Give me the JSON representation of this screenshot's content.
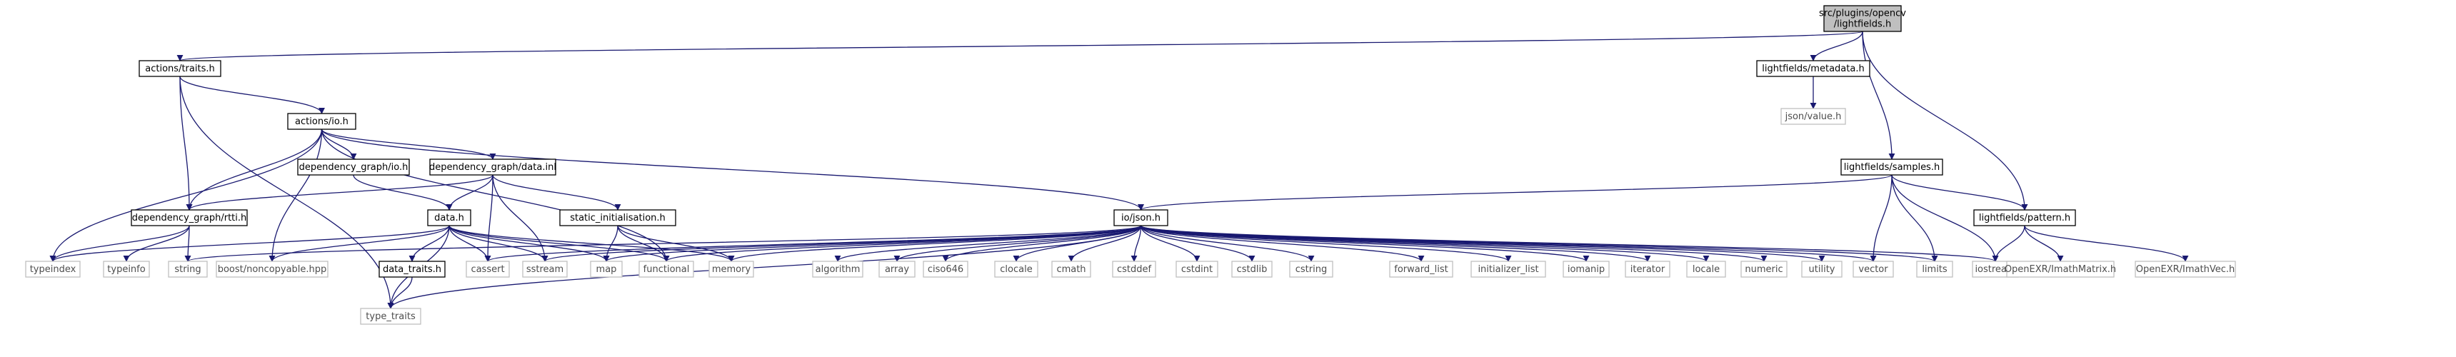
{
  "colors": {
    "edge": "#191970",
    "node_border": "#000000",
    "node_border_external": "#bfbfbf",
    "root_fill": "#bfbfbf",
    "text": "#000000",
    "text_external": "#4d4d4d"
  },
  "nodes": [
    {
      "id": "root",
      "lines": [
        "src/plugins/opencv",
        "/lightfields.h"
      ],
      "kind": "root"
    },
    {
      "id": "traits",
      "lines": [
        "actions/traits.h"
      ],
      "kind": "local"
    },
    {
      "id": "metadata",
      "lines": [
        "lightfields/metadata.h"
      ],
      "kind": "local"
    },
    {
      "id": "jsonvalue",
      "lines": [
        "json/value.h"
      ],
      "kind": "external"
    },
    {
      "id": "io",
      "lines": [
        "actions/io.h"
      ],
      "kind": "local"
    },
    {
      "id": "samples",
      "lines": [
        "lightfields/samples.h"
      ],
      "kind": "local"
    },
    {
      "id": "dg_io",
      "lines": [
        "dependency_graph/io.h"
      ],
      "kind": "local"
    },
    {
      "id": "dg_data",
      "lines": [
        "dependency_graph/data.inl"
      ],
      "kind": "local"
    },
    {
      "id": "rtti",
      "lines": [
        "dependency_graph/rtti.h"
      ],
      "kind": "local"
    },
    {
      "id": "data",
      "lines": [
        "data.h"
      ],
      "kind": "local"
    },
    {
      "id": "static_init",
      "lines": [
        "static_initialisation.h"
      ],
      "kind": "local"
    },
    {
      "id": "iojson",
      "lines": [
        "io/json.h"
      ],
      "kind": "local"
    },
    {
      "id": "pattern",
      "lines": [
        "lightfields/pattern.h"
      ],
      "kind": "local"
    },
    {
      "id": "typeindex",
      "lines": [
        "typeindex"
      ],
      "kind": "external"
    },
    {
      "id": "typeinfo",
      "lines": [
        "typeinfo"
      ],
      "kind": "external"
    },
    {
      "id": "string",
      "lines": [
        "string"
      ],
      "kind": "external"
    },
    {
      "id": "boost",
      "lines": [
        "boost/noncopyable.hpp"
      ],
      "kind": "external"
    },
    {
      "id": "data_traits",
      "lines": [
        "data_traits.h"
      ],
      "kind": "local"
    },
    {
      "id": "cassert",
      "lines": [
        "cassert"
      ],
      "kind": "external"
    },
    {
      "id": "sstream",
      "lines": [
        "sstream"
      ],
      "kind": "external"
    },
    {
      "id": "map",
      "lines": [
        "map"
      ],
      "kind": "external"
    },
    {
      "id": "functional",
      "lines": [
        "functional"
      ],
      "kind": "external"
    },
    {
      "id": "memory",
      "lines": [
        "memory"
      ],
      "kind": "external"
    },
    {
      "id": "algorithm",
      "lines": [
        "algorithm"
      ],
      "kind": "external"
    },
    {
      "id": "array",
      "lines": [
        "array"
      ],
      "kind": "external"
    },
    {
      "id": "ciso646",
      "lines": [
        "ciso646"
      ],
      "kind": "external"
    },
    {
      "id": "clocale",
      "lines": [
        "clocale"
      ],
      "kind": "external"
    },
    {
      "id": "cmath",
      "lines": [
        "cmath"
      ],
      "kind": "external"
    },
    {
      "id": "cstddef",
      "lines": [
        "cstddef"
      ],
      "kind": "external"
    },
    {
      "id": "cstdint",
      "lines": [
        "cstdint"
      ],
      "kind": "external"
    },
    {
      "id": "cstdlib",
      "lines": [
        "cstdlib"
      ],
      "kind": "external"
    },
    {
      "id": "cstring",
      "lines": [
        "cstring"
      ],
      "kind": "external"
    },
    {
      "id": "forward_list",
      "lines": [
        "forward_list"
      ],
      "kind": "external"
    },
    {
      "id": "initializer_list",
      "lines": [
        "initializer_list"
      ],
      "kind": "external"
    },
    {
      "id": "iomanip",
      "lines": [
        "iomanip"
      ],
      "kind": "external"
    },
    {
      "id": "iterator",
      "lines": [
        "iterator"
      ],
      "kind": "external"
    },
    {
      "id": "locale",
      "lines": [
        "locale"
      ],
      "kind": "external"
    },
    {
      "id": "numeric",
      "lines": [
        "numeric"
      ],
      "kind": "external"
    },
    {
      "id": "utility",
      "lines": [
        "utility"
      ],
      "kind": "external"
    },
    {
      "id": "vector",
      "lines": [
        "vector"
      ],
      "kind": "external"
    },
    {
      "id": "limits",
      "lines": [
        "limits"
      ],
      "kind": "external"
    },
    {
      "id": "iostream",
      "lines": [
        "iostream"
      ],
      "kind": "external"
    },
    {
      "id": "type_traits",
      "lines": [
        "type_traits"
      ],
      "kind": "external"
    },
    {
      "id": "imath_matrix",
      "lines": [
        "OpenEXR/ImathMatrix.h"
      ],
      "kind": "external"
    },
    {
      "id": "imath_vec",
      "lines": [
        "OpenEXR/ImathVec.h"
      ],
      "kind": "external"
    }
  ],
  "edges": [
    [
      "root",
      "traits"
    ],
    [
      "root",
      "metadata"
    ],
    [
      "root",
      "samples"
    ],
    [
      "root",
      "pattern"
    ],
    [
      "metadata",
      "jsonvalue"
    ],
    [
      "traits",
      "io"
    ],
    [
      "traits",
      "rtti"
    ],
    [
      "traits",
      "type_traits"
    ],
    [
      "io",
      "dg_io"
    ],
    [
      "io",
      "dg_data"
    ],
    [
      "io",
      "rtti"
    ],
    [
      "io",
      "typeindex"
    ],
    [
      "io",
      "boost"
    ],
    [
      "io",
      "functional"
    ],
    [
      "io",
      "iojson"
    ],
    [
      "dg_io",
      "data"
    ],
    [
      "dg_data",
      "rtti"
    ],
    [
      "dg_data",
      "data"
    ],
    [
      "dg_data",
      "static_init"
    ],
    [
      "dg_data",
      "cassert"
    ],
    [
      "dg_data",
      "sstream"
    ],
    [
      "rtti",
      "typeindex"
    ],
    [
      "rtti",
      "typeinfo"
    ],
    [
      "rtti",
      "string"
    ],
    [
      "data",
      "boost"
    ],
    [
      "data",
      "data_traits"
    ],
    [
      "data",
      "type_traits"
    ],
    [
      "data",
      "cassert"
    ],
    [
      "data",
      "sstream"
    ],
    [
      "data",
      "map"
    ],
    [
      "data",
      "functional"
    ],
    [
      "data",
      "memory"
    ],
    [
      "data",
      "typeindex"
    ],
    [
      "data_traits",
      "type_traits"
    ],
    [
      "static_init",
      "map"
    ],
    [
      "static_init",
      "functional"
    ],
    [
      "static_init",
      "memory"
    ],
    [
      "samples",
      "iojson"
    ],
    [
      "samples",
      "pattern"
    ],
    [
      "samples",
      "vector"
    ],
    [
      "samples",
      "limits"
    ],
    [
      "samples",
      "iostream"
    ],
    [
      "pattern",
      "iostream"
    ],
    [
      "pattern",
      "imath_matrix"
    ],
    [
      "pattern",
      "imath_vec"
    ],
    [
      "iojson",
      "string"
    ],
    [
      "iojson",
      "cassert"
    ],
    [
      "iojson",
      "sstream"
    ],
    [
      "iojson",
      "map"
    ],
    [
      "iojson",
      "functional"
    ],
    [
      "iojson",
      "memory"
    ],
    [
      "iojson",
      "algorithm"
    ],
    [
      "iojson",
      "array"
    ],
    [
      "iojson",
      "ciso646"
    ],
    [
      "iojson",
      "clocale"
    ],
    [
      "iojson",
      "cmath"
    ],
    [
      "iojson",
      "cstddef"
    ],
    [
      "iojson",
      "cstdint"
    ],
    [
      "iojson",
      "cstdlib"
    ],
    [
      "iojson",
      "cstring"
    ],
    [
      "iojson",
      "forward_list"
    ],
    [
      "iojson",
      "initializer_list"
    ],
    [
      "iojson",
      "iomanip"
    ],
    [
      "iojson",
      "iterator"
    ],
    [
      "iojson",
      "locale"
    ],
    [
      "iojson",
      "numeric"
    ],
    [
      "iojson",
      "utility"
    ],
    [
      "iojson",
      "vector"
    ],
    [
      "iojson",
      "limits"
    ],
    [
      "iojson",
      "iostream"
    ],
    [
      "iojson",
      "type_traits"
    ]
  ]
}
